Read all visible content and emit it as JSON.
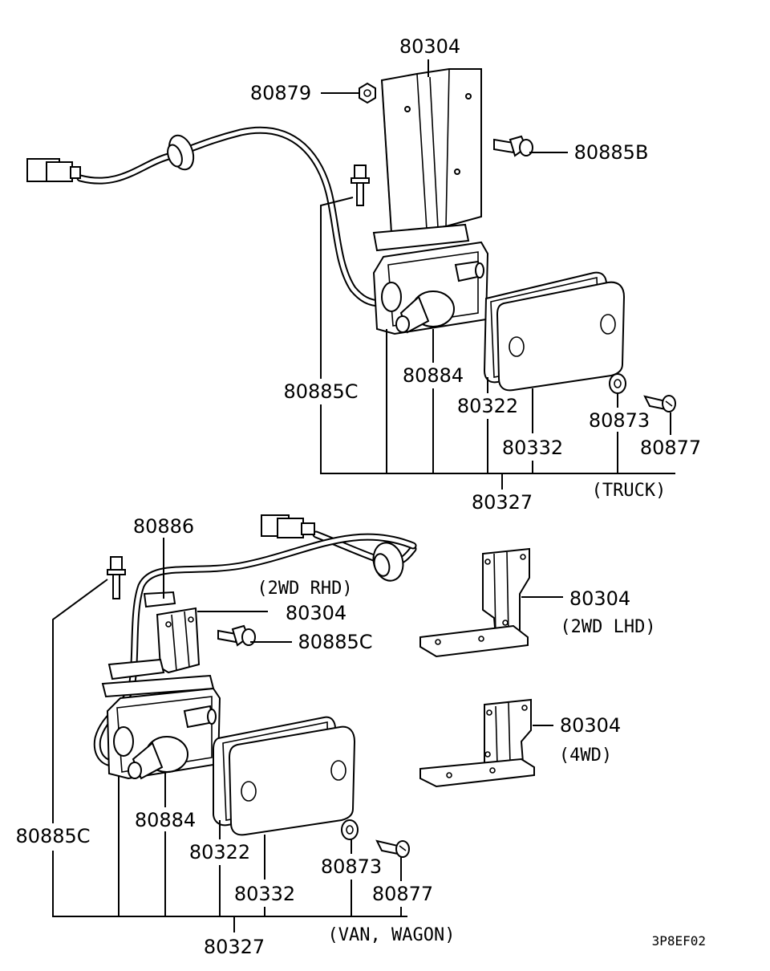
{
  "diagram": {
    "code": "3P8EF02",
    "truck": {
      "caption": "(TRUCK)",
      "labels": {
        "bracket": "80304",
        "nut": "80879",
        "bolt_b": "80885B",
        "bolt_c": "80885C",
        "bulb": "80884",
        "gasket": "80322",
        "lens": "80332",
        "washer": "80873",
        "screw": "80877",
        "assembly": "80327"
      }
    },
    "van": {
      "caption": "(VAN, WAGON)",
      "sub_caption": "(2WD RHD)",
      "labels": {
        "clip": "80886",
        "bracket": "80304",
        "bolt_c_upper": "80885C",
        "bolt_c_lower": "80885C",
        "bulb": "80884",
        "gasket": "80322",
        "lens": "80332",
        "washer": "80873",
        "screw": "80877",
        "assembly": "80327"
      }
    },
    "lhd_bracket": {
      "label": "80304",
      "caption": "(2WD LHD)"
    },
    "fwd_bracket": {
      "label": "80304",
      "caption": "(4WD)"
    }
  }
}
